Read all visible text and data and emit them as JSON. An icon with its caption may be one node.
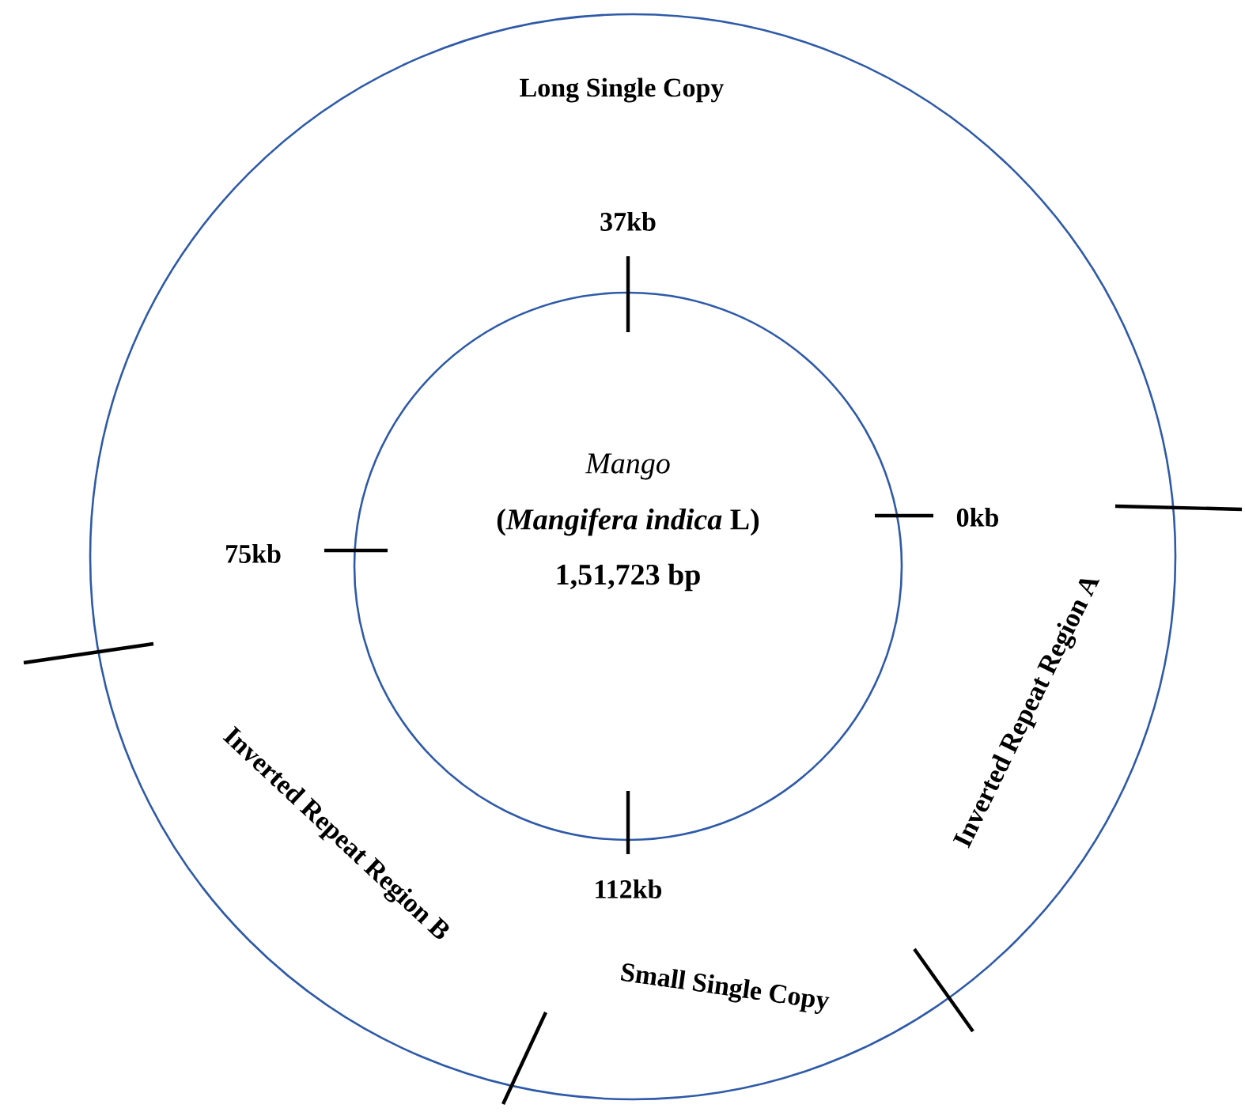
{
  "diagram": {
    "nodes": [
      {
        "text": [],
        "shape": "circle"
      },
      {
        "text": [
          "Mango",
          "(*Mangifera indica* L)",
          "1,51,723 bp"
        ],
        "in": 0
      }
    ],
    "labels": [
      "Long Single Copy",
      "37kb",
      "0kb",
      "75kb",
      "Inverted Repeat Region A",
      "Inverted Repeat Region B",
      "112kb",
      "Small Single Copy"
    ]
  }
}
